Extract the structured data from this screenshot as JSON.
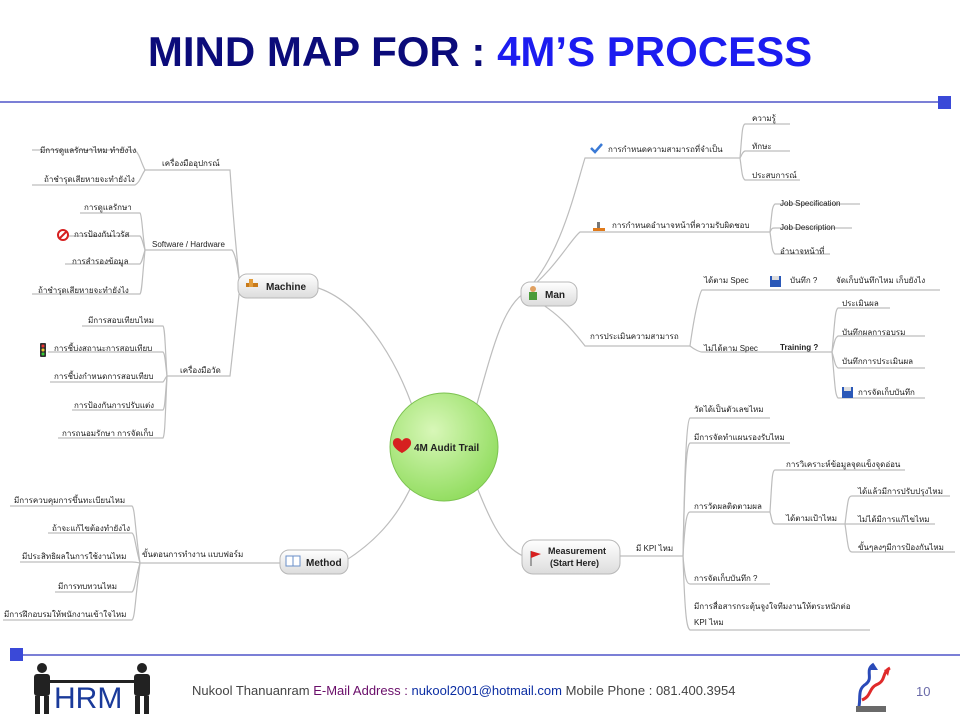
{
  "title": {
    "part1": "MIND MAP FOR : ",
    "part2": "4M’S PROCESS"
  },
  "center": {
    "label": "4M Audit Trail",
    "icon": "heart-icon"
  },
  "main_nodes": {
    "machine": {
      "label": "Machine",
      "icon": "hammer-icon"
    },
    "method": {
      "label": "Method",
      "icon": "book-icon"
    },
    "man": {
      "label": "Man",
      "icon": "person-icon"
    },
    "measurement": {
      "label1": "Measurement",
      "label2": "(Start Here)",
      "icon": "flag-icon"
    }
  },
  "machine_branch": {
    "b1": {
      "label": "เครื่องมืออุปกรณ์",
      "items": [
        "มีการดูแลรักษาไหม ทำยังไง",
        "ถ้าชำรุดเสียหายจะทำยังไง"
      ]
    },
    "b2": {
      "label": "Software / Hardware",
      "items": [
        "การดูแลรักษา",
        "การป้องกันไวรัส",
        "การสำรองข้อมูล",
        "ถ้าชำรุดเสียหายจะทำยังไง"
      ]
    },
    "b3": {
      "label": "เครื่องมือวัด",
      "items": [
        "มีการสอบเทียบไหม",
        "การชี้บ่งสถานะการสอบเทียบ",
        "การชี้บ่งกำหนดการสอบเทียบ",
        "การป้องกันการปรับแต่ง",
        "การถนอมรักษา การจัดเก็บ"
      ]
    }
  },
  "method_branch": {
    "label": "ขั้นตอนการทำงาน แบบฟอร์ม",
    "items": [
      "มีการควบคุมการขึ้นทะเบียนไหม",
      "ถ้าจะแก้ไขต้องทำยังไง",
      "มีประสิทธิผลในการใช้งานไหม",
      "มีการทบทวนไหม",
      "มีการฝึกอบรมให้พนักงานเข้าใจไหม"
    ]
  },
  "man_branch": {
    "b1": {
      "label": "การกำหนดความสามารถที่จำเป็น",
      "items": [
        "ความรู้",
        "ทักษะ",
        "ประสบการณ์"
      ]
    },
    "b2": {
      "label": "การกำหนดอำนาจหน้าที่ความรับผิดชอบ",
      "items": [
        "Job Specification",
        "Job Description",
        "อำนาจหน้าที่"
      ]
    },
    "b3": {
      "label": "การประเมินความสามารถ",
      "pass": {
        "label": "ได้ตาม Spec",
        "record": "บันทึก ?",
        "record_item": "จัดเก็บบันทึกไหม เก็บยังไง"
      },
      "fail": {
        "label": "ไม่ได้ตาม Spec",
        "training": "Training ?",
        "items": [
          "ประเมินผล",
          "บันทึกผลการอบรม",
          "บันทึกการประเมินผล",
          "การจัดเก็บบันทึก"
        ]
      }
    }
  },
  "measurement_branch": {
    "label": "มี KPI ไหม",
    "items": [
      "วัดได้เป็นตัวเลขไหม",
      "มีการจัดทำแผนรองรับไหม"
    ],
    "analyze": {
      "label": "การวัดผลติดตามผล",
      "sub1": "การวิเคราะห์ข้อมูลจุดแข็งจุดอ่อน",
      "sub2": {
        "label": "ได้ตามเป้าไหม",
        "items": [
          "ได้แล้วมีการปรับปรุงไหม",
          "ไม่ได้มีการแก้ไขไหม",
          "ขั้นๆลงๆมีการป้องกันไหม"
        ]
      }
    },
    "store": "การจัดเก็บบันทึก ?",
    "comm1": "มีการสื่อสารกระตุ้นจูงใจทีมงานให้ตระหนักต่อ",
    "comm2": "KPI ไหม"
  },
  "footer": {
    "name": "Nukool Thanuanram",
    "email_label": "E-Mail Address :",
    "email": "nukool2001@hotmail.com",
    "phone": "Mobile Phone : 081.400.3954",
    "page": "10"
  },
  "logo": {
    "text": "HRM"
  },
  "colors": {
    "title_dark": "#0b0b7a",
    "title_blue": "#1c1cf0",
    "rule": "#7b7fd6",
    "bullet": "#3a49d8",
    "center_fill": "#9be46a",
    "node_fill": "#eeeeee"
  }
}
